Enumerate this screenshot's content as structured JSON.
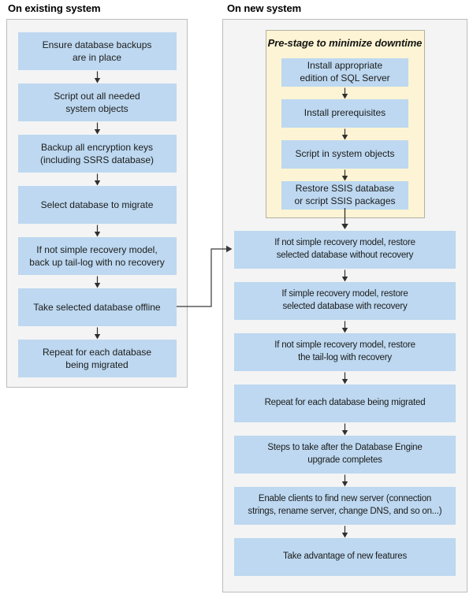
{
  "existing_system": {
    "title": "On existing system",
    "steps": [
      {
        "text": "Ensure database backups\nare in place"
      },
      {
        "text": "Script out all needed\nsystem objects"
      },
      {
        "text": "Backup all encryption keys\n(including SSRS database)"
      },
      {
        "text": "Select database to migrate"
      },
      {
        "text": "If not simple recovery model,\nback up tail-log with no recovery"
      },
      {
        "text": "Take selected database offline"
      },
      {
        "text": "Repeat for each database\nbeing migrated"
      }
    ]
  },
  "new_system": {
    "title": "On new system",
    "prestage": {
      "title": "Pre-stage to minimize downtime",
      "steps": [
        {
          "text": "Install appropriate\nedition of SQL Server"
        },
        {
          "text": "Install prerequisites"
        },
        {
          "text": "Script in system objects"
        },
        {
          "text": "Restore SSIS database\nor script SSIS packages"
        }
      ]
    },
    "steps": [
      {
        "text": "If not simple recovery model, restore\nselected database without recovery"
      },
      {
        "text": "If simple recovery model, restore\nselected database with recovery"
      },
      {
        "text": "If not simple recovery model, restore\nthe tail-log with recovery"
      },
      {
        "text": "Repeat for each database being migrated"
      },
      {
        "text": "Steps to take after the Database Engine\nupgrade completes"
      },
      {
        "text": "Enable clients to find new server (connection\nstrings, rename server, change DNS, and so on...)"
      },
      {
        "text": "Take advantage of new features"
      }
    ]
  },
  "colors": {
    "node_fill": "#bdd8f0",
    "prestage_fill": "#fcf4d4",
    "prestage_border": "#b3b0a3",
    "panel_fill": "#f4f4f4",
    "panel_border": "#bcbcbc",
    "arrow": "#2f2f2f",
    "text": "#1c1c1c",
    "page_background": "#ffffff"
  }
}
